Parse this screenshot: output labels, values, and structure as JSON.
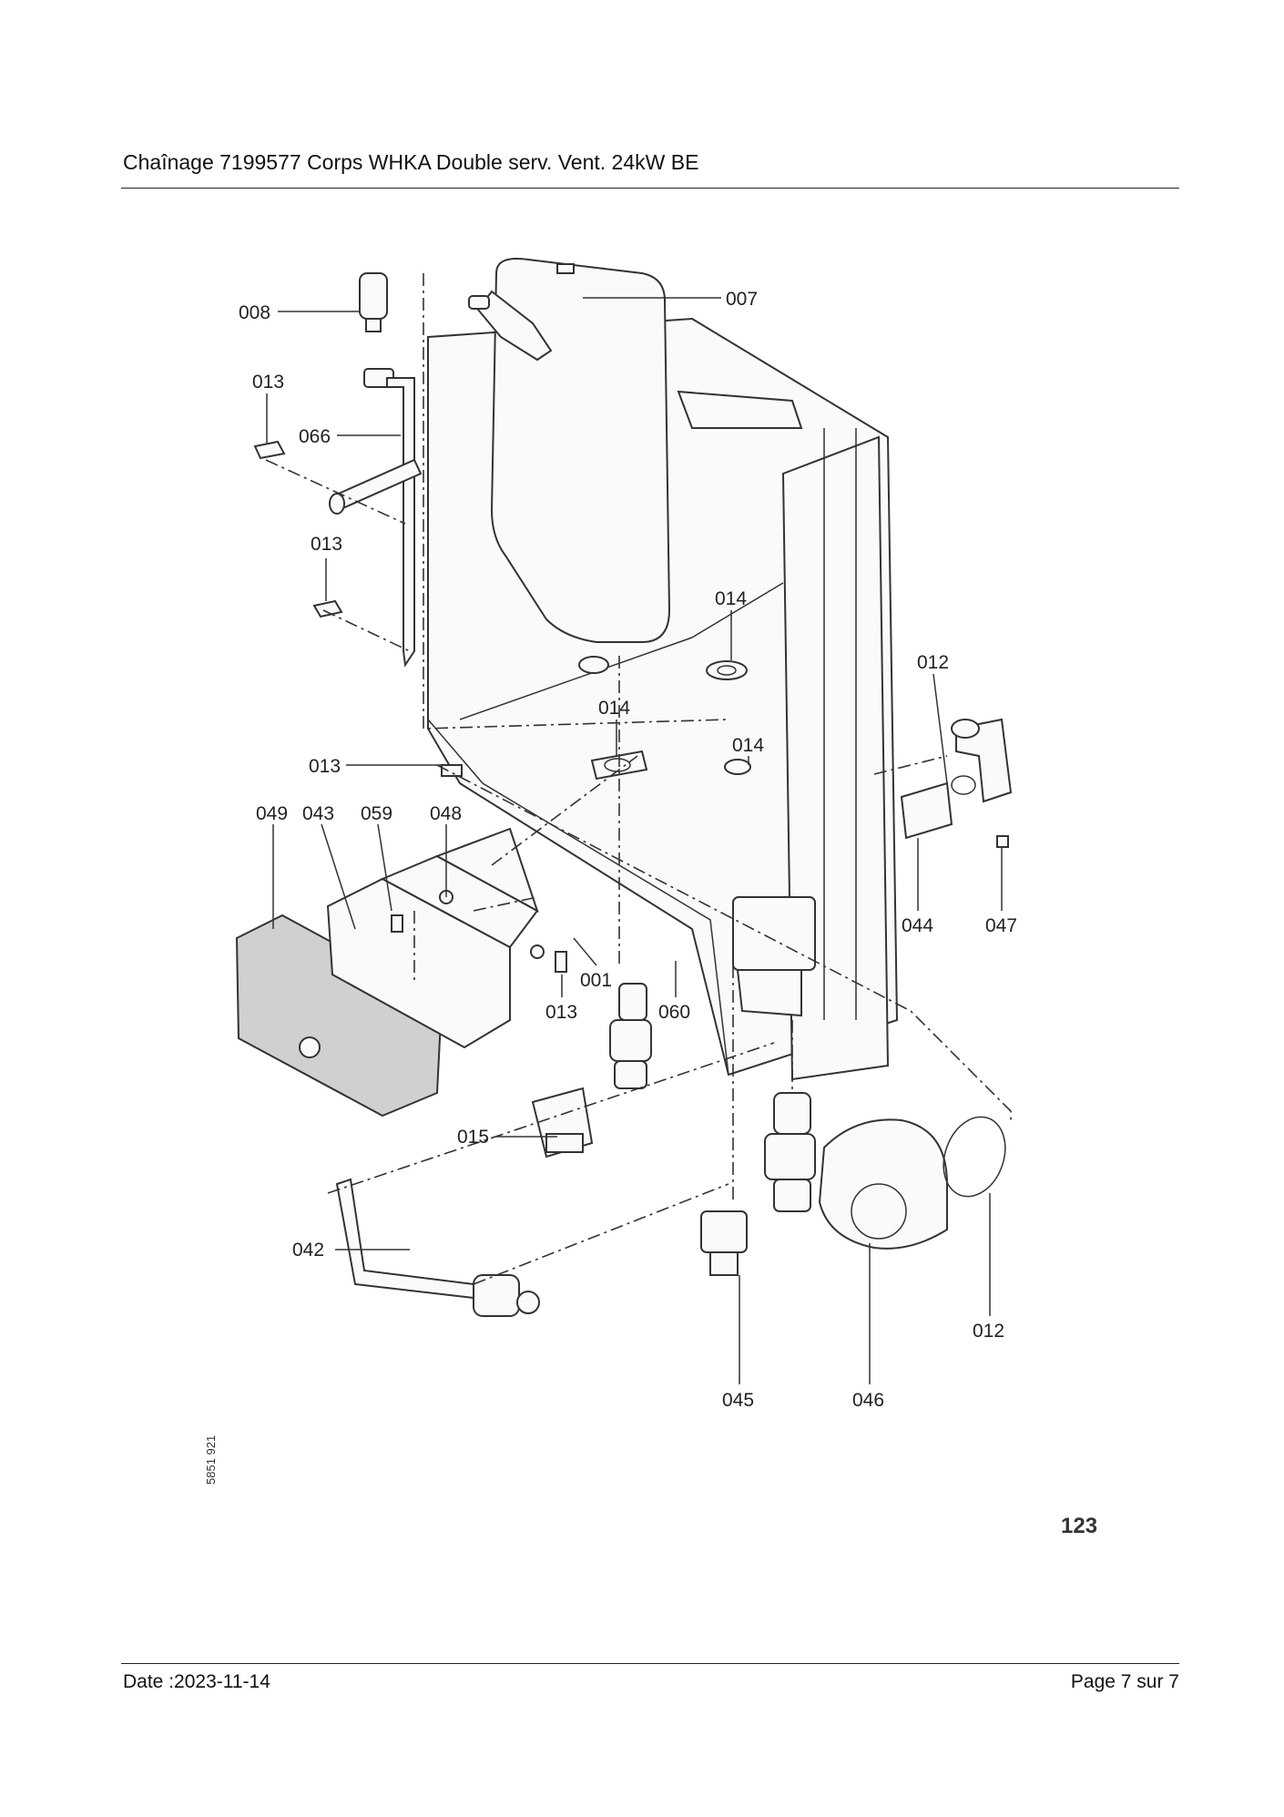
{
  "header": {
    "title": "Chaînage 7199577 Corps WHKA Double serv. Vent. 24kW BE"
  },
  "diagram": {
    "figure_number": "123",
    "reference_code": "5851 921",
    "part_labels": {
      "p008": "008",
      "p007": "007",
      "p013a": "013",
      "p066": "066",
      "p013b": "013",
      "p014a": "014",
      "p014b": "014",
      "p014c": "014",
      "p012a": "012",
      "p013c": "013",
      "p049": "049",
      "p043": "043",
      "p059": "059",
      "p048": "048",
      "p044": "044",
      "p047": "047",
      "p001": "001",
      "p013d": "013",
      "p060": "060",
      "p015": "015",
      "p042": "042",
      "p012b": "012",
      "p045": "045",
      "p046": "046"
    }
  },
  "footer": {
    "date": "Date :2023-11-14",
    "page": "Page 7 sur  7"
  }
}
